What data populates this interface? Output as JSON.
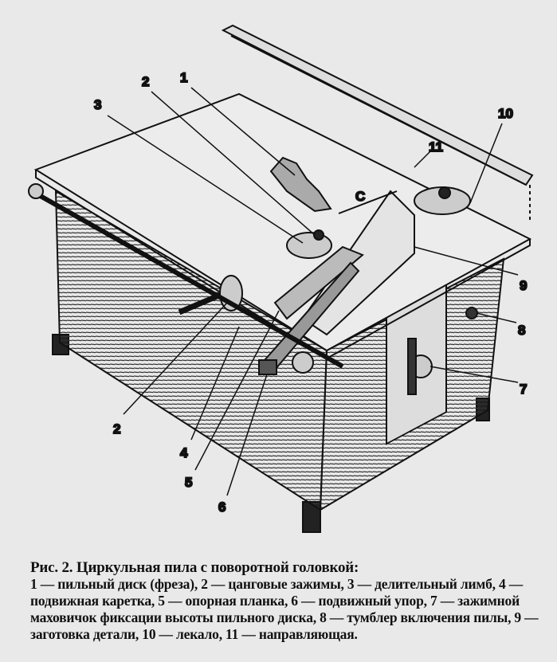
{
  "figure": {
    "labels": {
      "l1": "1",
      "l2a": "2",
      "l3": "3",
      "l10": "10",
      "l11": "11",
      "c": "С",
      "l9": "9",
      "l8": "8",
      "l7": "7",
      "l2b": "2",
      "l4": "4",
      "l5": "5",
      "l6": "6"
    },
    "caption_title": "Рис. 2. Циркульная пила с поворотной головкой:",
    "caption_body": "1 — пильный диск (фреза), 2 — цанговые зажимы, 3 — делительный лимб, 4 — подвижная каретка, 5 — опорная планка, 6 — подвижный упор, 7 — зажимной маховичок фиксации высоты пильного диска, 8 — тумблер включения пилы, 9 — заготовка детали, 10 — лекало, 11 — направляющая."
  }
}
